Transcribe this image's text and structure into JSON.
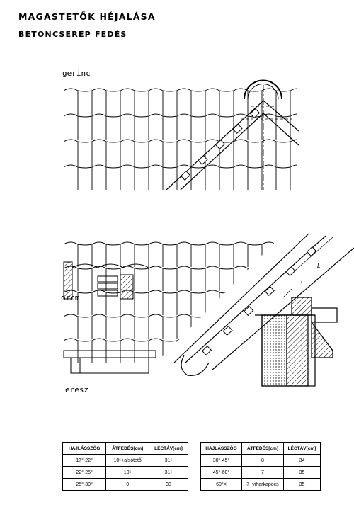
{
  "title": "MAGASTETŐK HÉJALÁSA",
  "subtitle": "BETONCSERÉP FEDÉS",
  "labels": {
    "ridge": "gerinc",
    "gable": "orom",
    "eaves": "eresz"
  },
  "table_left": {
    "headers": [
      "HAJLÁSSZÖG",
      "ÁTFEDÉS[cm]",
      "LÉCTÁV[cm]"
    ],
    "rows": [
      [
        "17°-22°",
        "10⁵+alsótető",
        "31⁵"
      ],
      [
        "22°-25°",
        "10⁵",
        "31⁵"
      ],
      [
        "25°-30°",
        "9",
        "33"
      ]
    ]
  },
  "table_right": {
    "headers": [
      "HAJLÁSSZÖG",
      "ÁTFEDÉS[cm]",
      "LÉCTÁV[cm]"
    ],
    "rows": [
      [
        "30°-45°",
        "8",
        "34"
      ],
      [
        "45°-60°",
        "7",
        "35"
      ],
      [
        "60°<",
        "7+viharkapocs",
        "35"
      ]
    ]
  },
  "dimension_marks": [
    "L",
    "L"
  ]
}
